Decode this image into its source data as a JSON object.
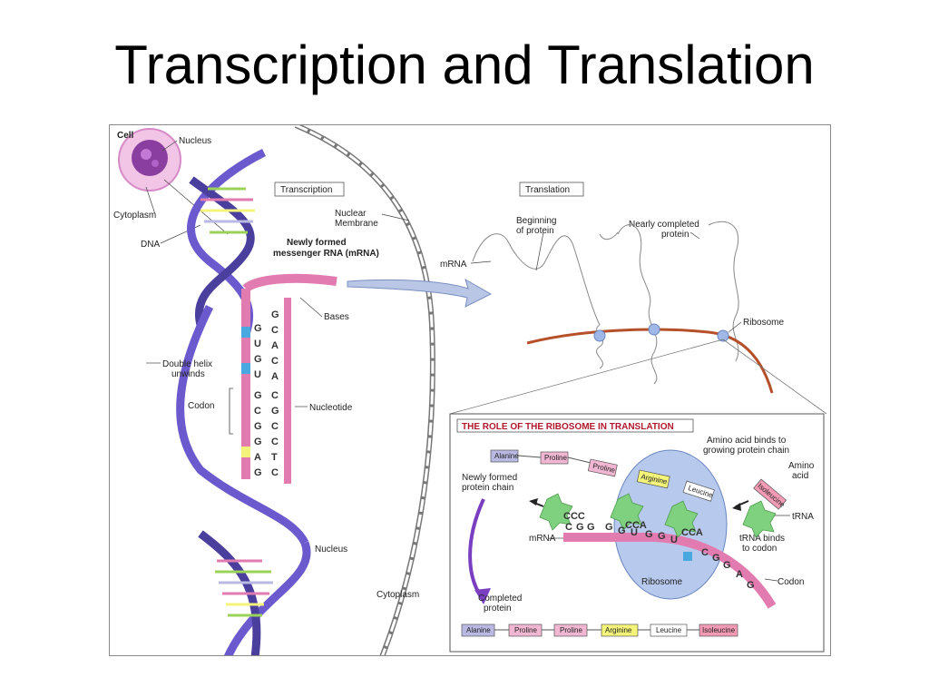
{
  "slide": {
    "title": "Transcription and Translation"
  },
  "labels": {
    "cell": "Cell",
    "nucleus_small": "Nucleus",
    "cytoplasm_small": "Cytoplasm",
    "dna": "DNA",
    "transcription": "Transcription",
    "nuclear_membrane_1": "Nuclear",
    "nuclear_membrane_2": "Membrane",
    "newly_formed_1": "Newly formed",
    "newly_formed_2": "messenger RNA (mRNA)",
    "bases": "Bases",
    "double_helix_1": "Double helix",
    "double_helix_2": "unwinds",
    "codon_left": "Codon",
    "nucleotide": "Nucleotide",
    "nucleus_big": "Nucleus",
    "cytoplasm_big": "Cytoplasm",
    "translation": "Translation",
    "beginning_1": "Beginning",
    "beginning_2": "of protein",
    "nearly_1": "Nearly completed",
    "nearly_2": "protein",
    "mrna_top": "mRNA",
    "ribosome_top": "Ribosome"
  },
  "mrna_bases": [
    "G",
    "U",
    "G",
    "U",
    "G",
    "C",
    "G",
    "G",
    "A",
    "G"
  ],
  "dna_bases": [
    "G",
    "C",
    "A",
    "C",
    "A",
    "C",
    "G",
    "C",
    "C",
    "T",
    "C"
  ],
  "inset": {
    "title": "THE ROLE OF THE RIBOSOME IN TRANSLATION",
    "amino_acid_binds_1": "Amino acid binds to",
    "amino_acid_binds_2": "growing protein chain",
    "amino_1": "Amino",
    "amino_2": "acid",
    "newly_formed_1": "Newly formed",
    "newly_formed_2": "protein chain",
    "trna": "tRNA",
    "mrna": "mRNA",
    "trna_binds_1": "tRNA binds",
    "trna_binds_2": "to codon",
    "ribosome": "Ribosome",
    "codon": "Codon",
    "completed_1": "Completed",
    "completed_2": "protein",
    "chain_top": [
      "Alanine",
      "Proline",
      "Proline",
      "Arginine",
      "Leucine"
    ],
    "isoleucine": "Isoleucine",
    "anticodon_left": "CCC",
    "anticodon_mid": "CCA",
    "anticodon_right": "CCA",
    "mrna_strand": [
      "C",
      "G",
      "G",
      "G",
      "G",
      "U",
      "G",
      "G",
      "U",
      "C",
      "G",
      "G",
      "A",
      "G"
    ],
    "completed_chain": [
      "Alanine",
      "Proline",
      "Proline",
      "Arginine",
      "Leucine",
      "Isoleucine"
    ]
  },
  "colors": {
    "helix": "#6a5acd",
    "helix_dark": "#4b3f9e",
    "mrna": "#e27bb0",
    "alanine": "#b9b9e3",
    "proline": "#f1b6d2",
    "arginine": "#f4f47a",
    "leucine": "#ffffff",
    "isoleucine": "#f39ab5",
    "trna": "#7fd07f",
    "ribosome": "#9fb8e8",
    "protein_strand": "#b5502b",
    "arrow": "#7a3fc0"
  }
}
